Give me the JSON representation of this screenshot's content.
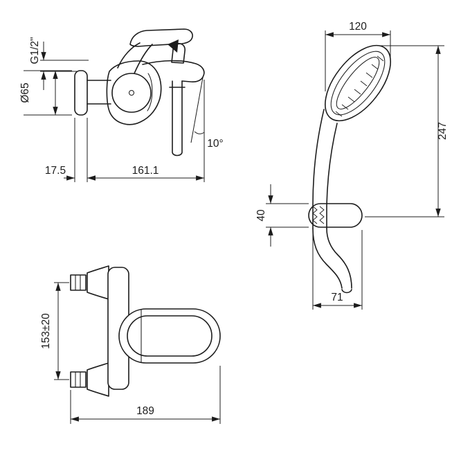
{
  "colors": {
    "background": "#ffffff",
    "line": "#1c1c1c"
  },
  "side_view": {
    "thread": "G1/2\"",
    "flange_diameter": "Ø65",
    "wall_distance": "17.5",
    "spout_reach": "161.1",
    "spout_angle": "10°"
  },
  "shower_view": {
    "head_width": "120",
    "overall_height": "247",
    "holder_height": "40",
    "holder_length": "71"
  },
  "front_view": {
    "pipe_centers": "153±20",
    "overall_width": "189"
  }
}
